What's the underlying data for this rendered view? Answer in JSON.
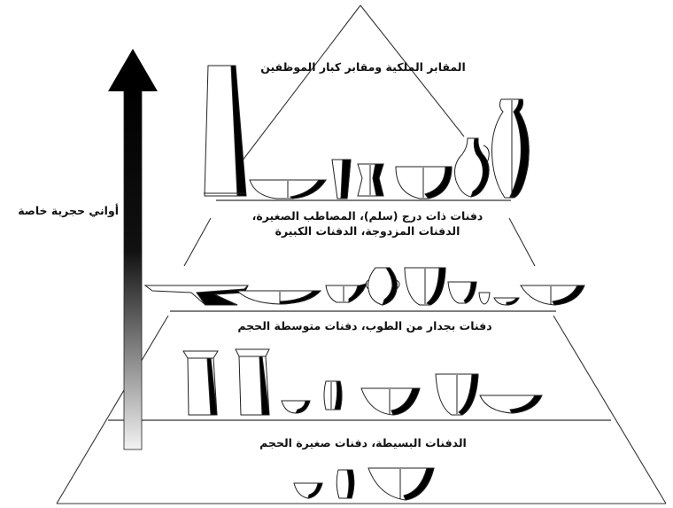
{
  "diagram": {
    "side_label": "أواني حجرية خاصة",
    "tiers": [
      {
        "label": "المقابر الملكية ومقابر كبار الموظفين"
      },
      {
        "lines": [
          "دفنات ذات درج (سلم)، المصاطب الصغيرة،",
          "الدفنات المزدوجة، الدفنات الكبيرة"
        ]
      },
      {
        "label": "دفنات بجدار من الطوب، دفنات متوسطة الحجم"
      },
      {
        "label": "الدفنات البسيطة، دفنات صغيرة الحجم"
      }
    ]
  }
}
